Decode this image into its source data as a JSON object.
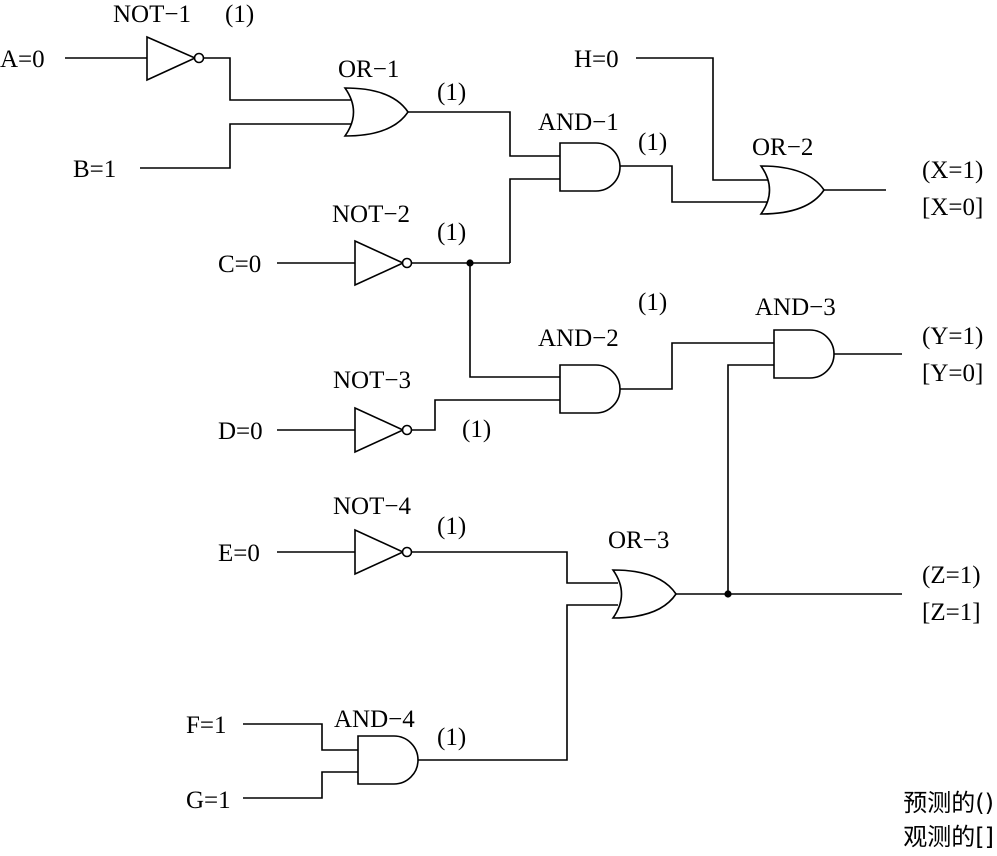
{
  "inputs": {
    "a": "A=0",
    "b": "B=1",
    "c": "C=0",
    "d": "D=0",
    "e": "E=0",
    "f": "F=1",
    "g": "G=1",
    "h": "H=0"
  },
  "gates": {
    "not1": "NOT−1",
    "not2": "NOT−2",
    "not3": "NOT−3",
    "not4": "NOT−4",
    "or1": "OR−1",
    "or2": "OR−2",
    "or3": "OR−3",
    "and1": "AND−1",
    "and2": "AND−2",
    "and3": "AND−3",
    "and4": "AND−4"
  },
  "signals": {
    "not1_out": "(1)",
    "or1_out": "(1)",
    "and1_out": "(1)",
    "not2_out": "(1)",
    "and2_out": "(1)",
    "not3_out": "(1)",
    "not4_out": "(1)",
    "and4_out": "(1)"
  },
  "outputs": {
    "x_predicted": "(X=1)",
    "x_observed": "[X=0]",
    "y_predicted": "(Y=1)",
    "y_observed": "[Y=0]",
    "z_predicted": "(Z=1)",
    "z_observed": "[Z=1]"
  },
  "legend": {
    "predicted": "预测的()",
    "observed": "观测的[]"
  }
}
